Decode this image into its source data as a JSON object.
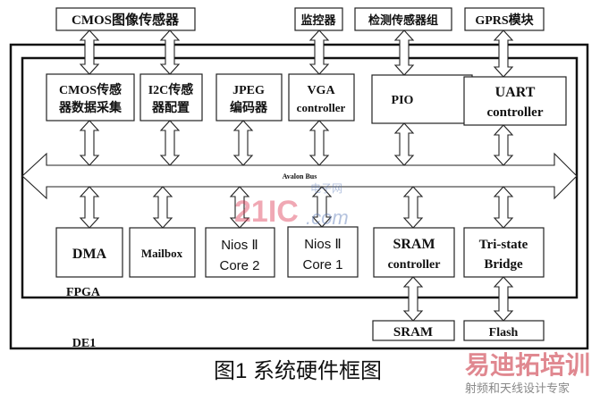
{
  "external_top": {
    "cmos_sensor": "CMOS图像传感器",
    "monitor": "监控器",
    "detect_sensors": "检测传感器组",
    "gprs": "GPRS模块"
  },
  "modules_top": {
    "cmos_capture": [
      "CMOS传感",
      "器数据采集"
    ],
    "i2c_config": [
      "I2C传感",
      "器配置"
    ],
    "jpeg": [
      "JPEG",
      "编码器"
    ],
    "vga": [
      "VGA",
      "controller"
    ],
    "pio": [
      "PIO"
    ],
    "uart": [
      "UART",
      "controller"
    ]
  },
  "bus_label": "Avalon Bus",
  "modules_bottom": {
    "dma": [
      "DMA"
    ],
    "mailbox": [
      "Mailbox"
    ],
    "nios2": [
      "Nios Ⅱ",
      "Core 2"
    ],
    "nios1": [
      "Nios Ⅱ",
      "Core 1"
    ],
    "sram_ctrl": [
      "SRAM",
      "controller"
    ],
    "tristate": [
      "Tri-state",
      "Bridge"
    ]
  },
  "external_bottom": {
    "sram": "SRAM",
    "flash": "Flash"
  },
  "fpga_label": "FPGA",
  "board_label": "DE1",
  "caption": "图1 系统硬件框图",
  "watermarks": {
    "site": "21IC",
    "site_suffix": ".com",
    "site_cn": "电子网",
    "brand": "易迪拓培训",
    "brand_sub": "射频和天线设计专家"
  }
}
